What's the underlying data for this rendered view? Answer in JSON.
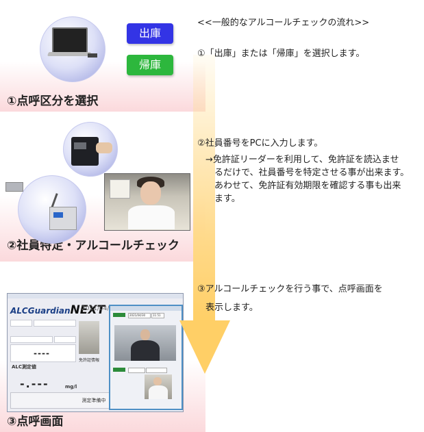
{
  "steps": [
    {
      "title": "①点呼区分を選択"
    },
    {
      "title": "②社員特定・アルコールチェック"
    },
    {
      "title": "③点呼画面"
    }
  ],
  "buttons": {
    "out_label": "出庫",
    "return_label": "帰庫"
  },
  "description": {
    "heading": "<<一般的なアルコールチェックの流れ>>",
    "step1": "①「出庫」または「帰庫」を選択します。",
    "step2": "②社員番号をPCに入力します。",
    "step2_note": [
      "→免許証リーダーを利用して、免許証を読込ませ",
      "るだけで、社員番号を特定させる事が出来ます。",
      "あわせて、免許証有効期限を確認する事も出来",
      "ます。"
    ],
    "step3_line1": "③アルコールチェックを行う事で、点呼画面を",
    "step3_line2": "表示します。"
  },
  "app_screen": {
    "logo_main": "ALCGuardian",
    "logo_next": "NEXT",
    "date": "2021/04/30",
    "field_dashes": "----",
    "alc_label": "ALC測定値",
    "alc_value": "-.---",
    "unit": "mg/l",
    "license_label": "免許証情報",
    "status": "測定準備中",
    "popup_date": "2021/04/30",
    "popup_time": "11:51"
  },
  "colors": {
    "out_button": "#3334e5",
    "return_button": "#2db73d",
    "arrow": "#ffd988",
    "panel_gradient_end": "#fbd9dc"
  }
}
